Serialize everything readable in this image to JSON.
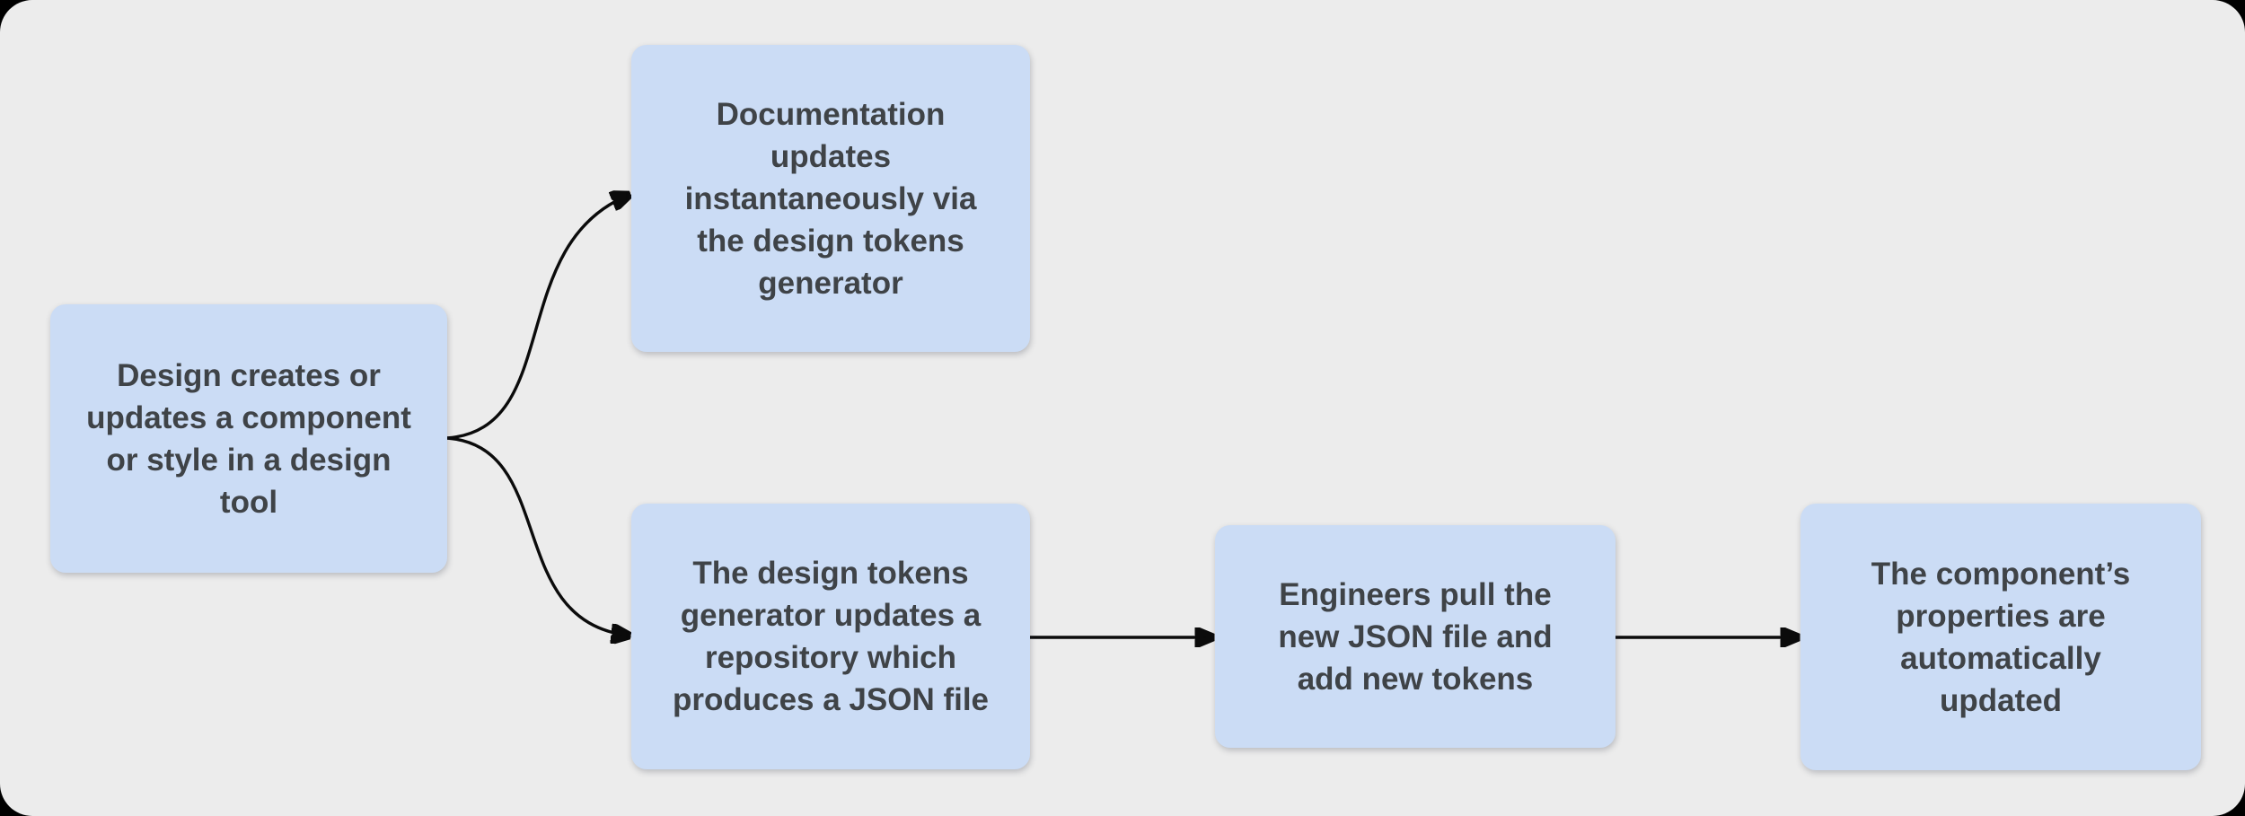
{
  "diagram": {
    "nodes": [
      {
        "id": "design-creates",
        "text": "Design creates or\nupdates a component\nor style in a design\ntool"
      },
      {
        "id": "documentation-updates",
        "text": "Documentation\nupdates\ninstantaneously via\nthe design tokens\ngenerator"
      },
      {
        "id": "tokens-generator-repository",
        "text": "The design tokens\ngenerator updates a\nrepository which\nproduces a JSON file"
      },
      {
        "id": "engineers-pull",
        "text": "Engineers pull the\nnew JSON file and\nadd new tokens"
      },
      {
        "id": "component-auto-updated",
        "text": "The component’s\nproperties are\nautomatically\nupdated"
      }
    ],
    "edges": [
      {
        "from": "design-creates",
        "to": "documentation-updates",
        "style": "curved"
      },
      {
        "from": "design-creates",
        "to": "tokens-generator-repository",
        "style": "curved"
      },
      {
        "from": "tokens-generator-repository",
        "to": "engineers-pull",
        "style": "straight"
      },
      {
        "from": "engineers-pull",
        "to": "component-auto-updated",
        "style": "straight"
      }
    ]
  },
  "colors": {
    "outer-bg": "#000000",
    "canvas-bg": "#ececec",
    "node-fill": "#cbdcf5",
    "node-text": "#3f4347",
    "arrow": "#0b0b0b"
  }
}
